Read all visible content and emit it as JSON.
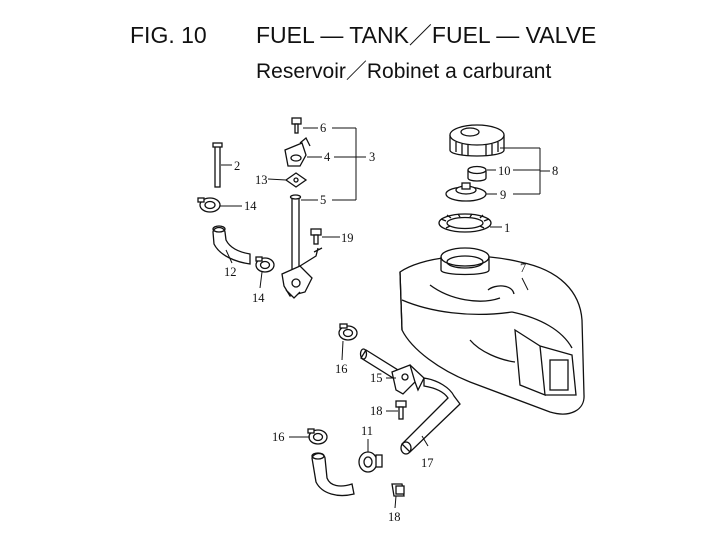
{
  "header": {
    "fig_label": "FIG. 10",
    "title_en": "FUEL — TANK／FUEL — VALVE",
    "title_fr": "Reservoir／Robinet  a  carburant"
  },
  "callouts": {
    "c1": "1",
    "c2": "2",
    "c3": "3",
    "c4": "4",
    "c5": "5",
    "c6": "6",
    "c7": "7",
    "c8": "8",
    "c9": "9",
    "c10": "10",
    "c11": "11",
    "c12": "12",
    "c13": "13",
    "c14a": "14",
    "c14b": "14",
    "c15": "15",
    "c16a": "16",
    "c16b": "16",
    "c17": "17",
    "c18a": "18",
    "c18b": "18",
    "c19": "19"
  }
}
